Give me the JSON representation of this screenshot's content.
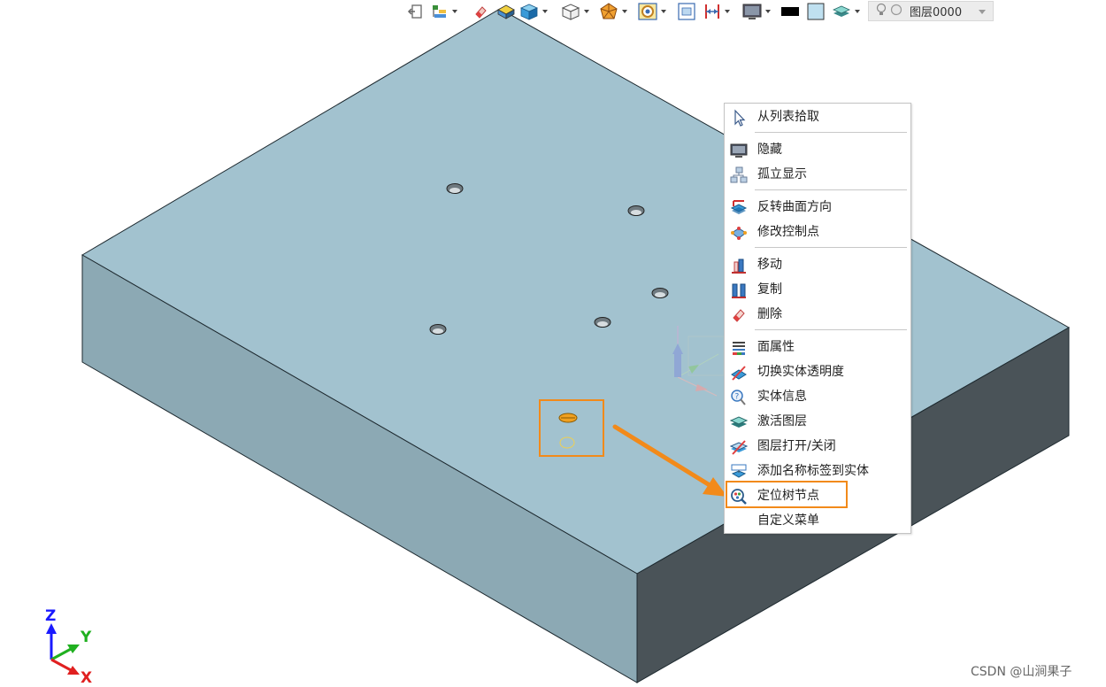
{
  "toolbar": {
    "layer_label": "图层0000",
    "tools": [
      "exit-icon",
      "layer-tree-icon",
      "eraser-icon",
      "render-shaded-icon",
      "solid-cube-icon",
      "wireframe-cube-icon",
      "polyhedron-icon",
      "zoom-all-icon",
      "fit-view-icon",
      "dimension-icon",
      "monitor-display-icon",
      "black-color-swatch",
      "light-blue-color-swatch",
      "layer-stack-icon"
    ]
  },
  "context_menu": {
    "items": [
      {
        "label": "从列表拾取",
        "icon": "cursor-arrow-icon"
      },
      {
        "label": "隐藏",
        "icon": "monitor-hide-icon"
      },
      {
        "label": "孤立显示",
        "icon": "isolate-display-icon"
      },
      {
        "label": "反转曲面方向",
        "icon": "reverse-surface-icon"
      },
      {
        "label": "修改控制点",
        "icon": "control-points-icon"
      },
      {
        "label": "移动",
        "icon": "move-icon"
      },
      {
        "label": "复制",
        "icon": "copy-icon"
      },
      {
        "label": "删除",
        "icon": "eraser-delete-icon"
      },
      {
        "label": "面属性",
        "icon": "face-properties-icon"
      },
      {
        "label": "切换实体透明度",
        "icon": "transparency-icon"
      },
      {
        "label": "实体信息",
        "icon": "entity-info-icon"
      },
      {
        "label": "激活图层",
        "icon": "activate-layer-icon"
      },
      {
        "label": "图层打开/关闭",
        "icon": "layer-toggle-icon"
      },
      {
        "label": "添加名称标签到实体",
        "icon": "name-tag-icon"
      },
      {
        "label": "定位树节点",
        "icon": "locate-tree-node-icon"
      },
      {
        "label": "自定义菜单",
        "icon": ""
      }
    ]
  },
  "triad": {
    "x": "X",
    "y": "Y",
    "z": "Z"
  },
  "watermark": "CSDN @山涧果子",
  "colors": {
    "top_face": "#a2c2cf",
    "front_face": "#8ca9b4",
    "right_face": "#4a5358",
    "highlight": "#f28a1a"
  }
}
